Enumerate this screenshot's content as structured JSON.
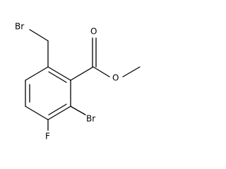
{
  "molecule": {
    "atoms": {
      "br_bromomethyl": "Br",
      "o_carbonyl": "O",
      "o_ester": "O",
      "br_ring": "Br",
      "f": "F"
    }
  }
}
